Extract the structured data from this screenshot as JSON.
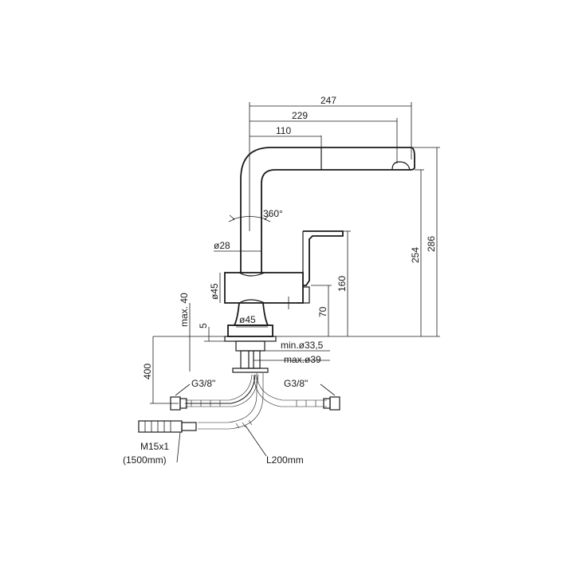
{
  "dimensions": {
    "d247": "247",
    "d229": "229",
    "d110": "110",
    "d286": "286",
    "d254": "254",
    "d160": "160",
    "d70": "70",
    "d400": "400",
    "max40": "max. 40",
    "d5": "5",
    "dia28": "ø28",
    "dia45_body": "ø45",
    "dia45_base": "ø45",
    "min33": "min.ø33,5",
    "max39": "max.ø39",
    "rotation": "360°"
  },
  "connections": {
    "g38_left": "G3/8\"",
    "g38_right": "G3/8\"",
    "m15": "M15x1",
    "m15_length": "(1500mm)",
    "hose_length": "L200mm"
  }
}
